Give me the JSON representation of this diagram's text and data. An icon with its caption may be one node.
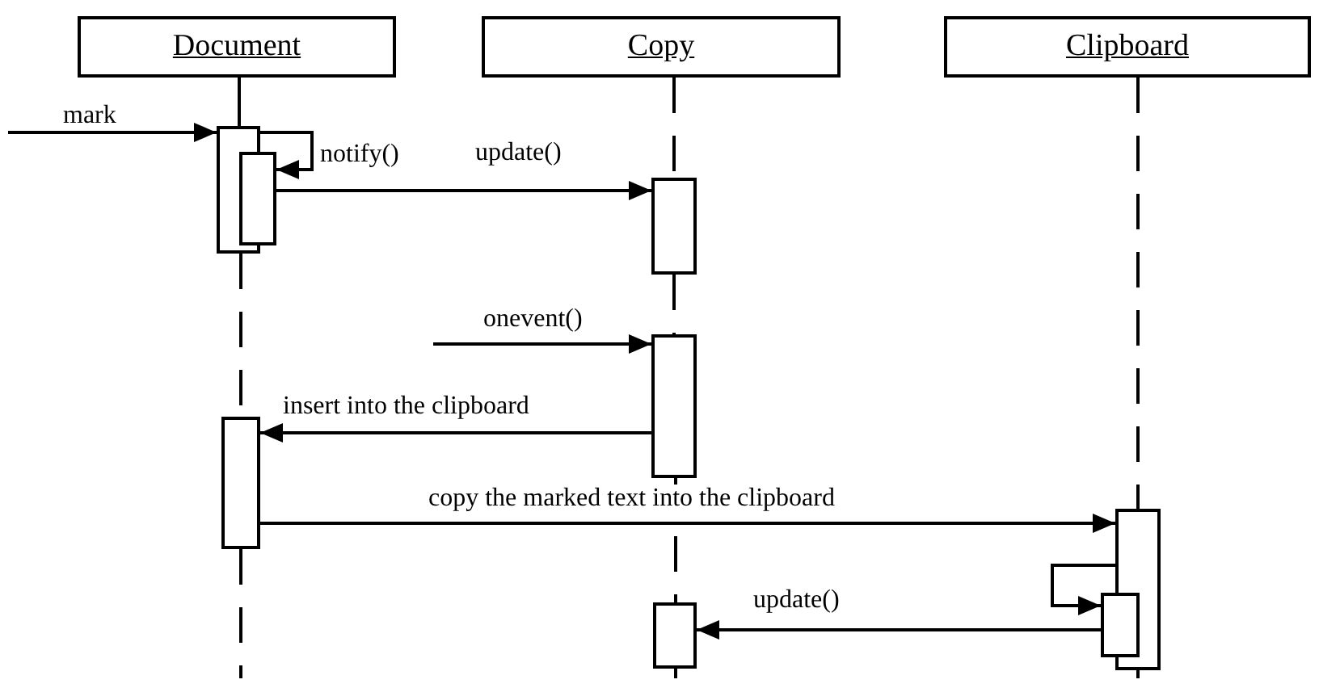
{
  "diagram": {
    "nodes": [
      {
        "text": [
          "Document"
        ]
      },
      {
        "text": [
          "Copy"
        ]
      },
      {
        "text": [
          "Clipboard"
        ]
      },
      {
        "text": [],
        "shape": "bar"
      },
      {
        "text": [],
        "shape": "bar"
      },
      {
        "text": [],
        "shape": "bar"
      },
      {
        "text": [],
        "shape": "bar"
      },
      {
        "text": [],
        "shape": "bar"
      },
      {
        "text": [],
        "shape": "bar"
      },
      {
        "text": [],
        "shape": "bar"
      },
      {
        "text": [],
        "shape": "bar"
      }
    ],
    "edges": [
      {
        "from": null,
        "to": 3,
        "arrow": "to",
        "label": "mark"
      },
      {
        "from": 3,
        "to": 4,
        "arrow": "to",
        "label": "notify()"
      },
      {
        "from": 4,
        "to": 5,
        "arrow": "to",
        "label": "update()"
      },
      {
        "from": null,
        "to": 6,
        "arrow": "to",
        "label": "onevent()"
      },
      {
        "from": 6,
        "to": 7,
        "arrow": "to",
        "label": "insert  into the clipboard"
      },
      {
        "from": 7,
        "to": 9,
        "arrow": "to",
        "label": "copy the marked text into the clipboard"
      },
      {
        "from": 9,
        "to": 10,
        "arrow": "to"
      },
      {
        "from": 10,
        "to": 8,
        "arrow": "to",
        "label": "update()"
      },
      {
        "from": 0,
        "to": 3,
        "arrow": "none"
      },
      {
        "from": 3,
        "to": 7,
        "arrow": "none",
        "style": "dashed"
      },
      {
        "from": 7,
        "to": null,
        "arrow": "none",
        "style": "dashed"
      },
      {
        "from": 1,
        "to": 5,
        "arrow": "none",
        "style": "dashed"
      },
      {
        "from": 5,
        "to": 6,
        "arrow": "none",
        "style": "dashed"
      },
      {
        "from": 6,
        "to": 8,
        "arrow": "none",
        "style": "dashed"
      },
      {
        "from": 8,
        "to": null,
        "arrow": "none",
        "style": "dashed"
      },
      {
        "from": 2,
        "to": 9,
        "arrow": "none",
        "style": "dashed"
      },
      {
        "from": 9,
        "to": null,
        "arrow": "none",
        "style": "dashed"
      }
    ]
  }
}
